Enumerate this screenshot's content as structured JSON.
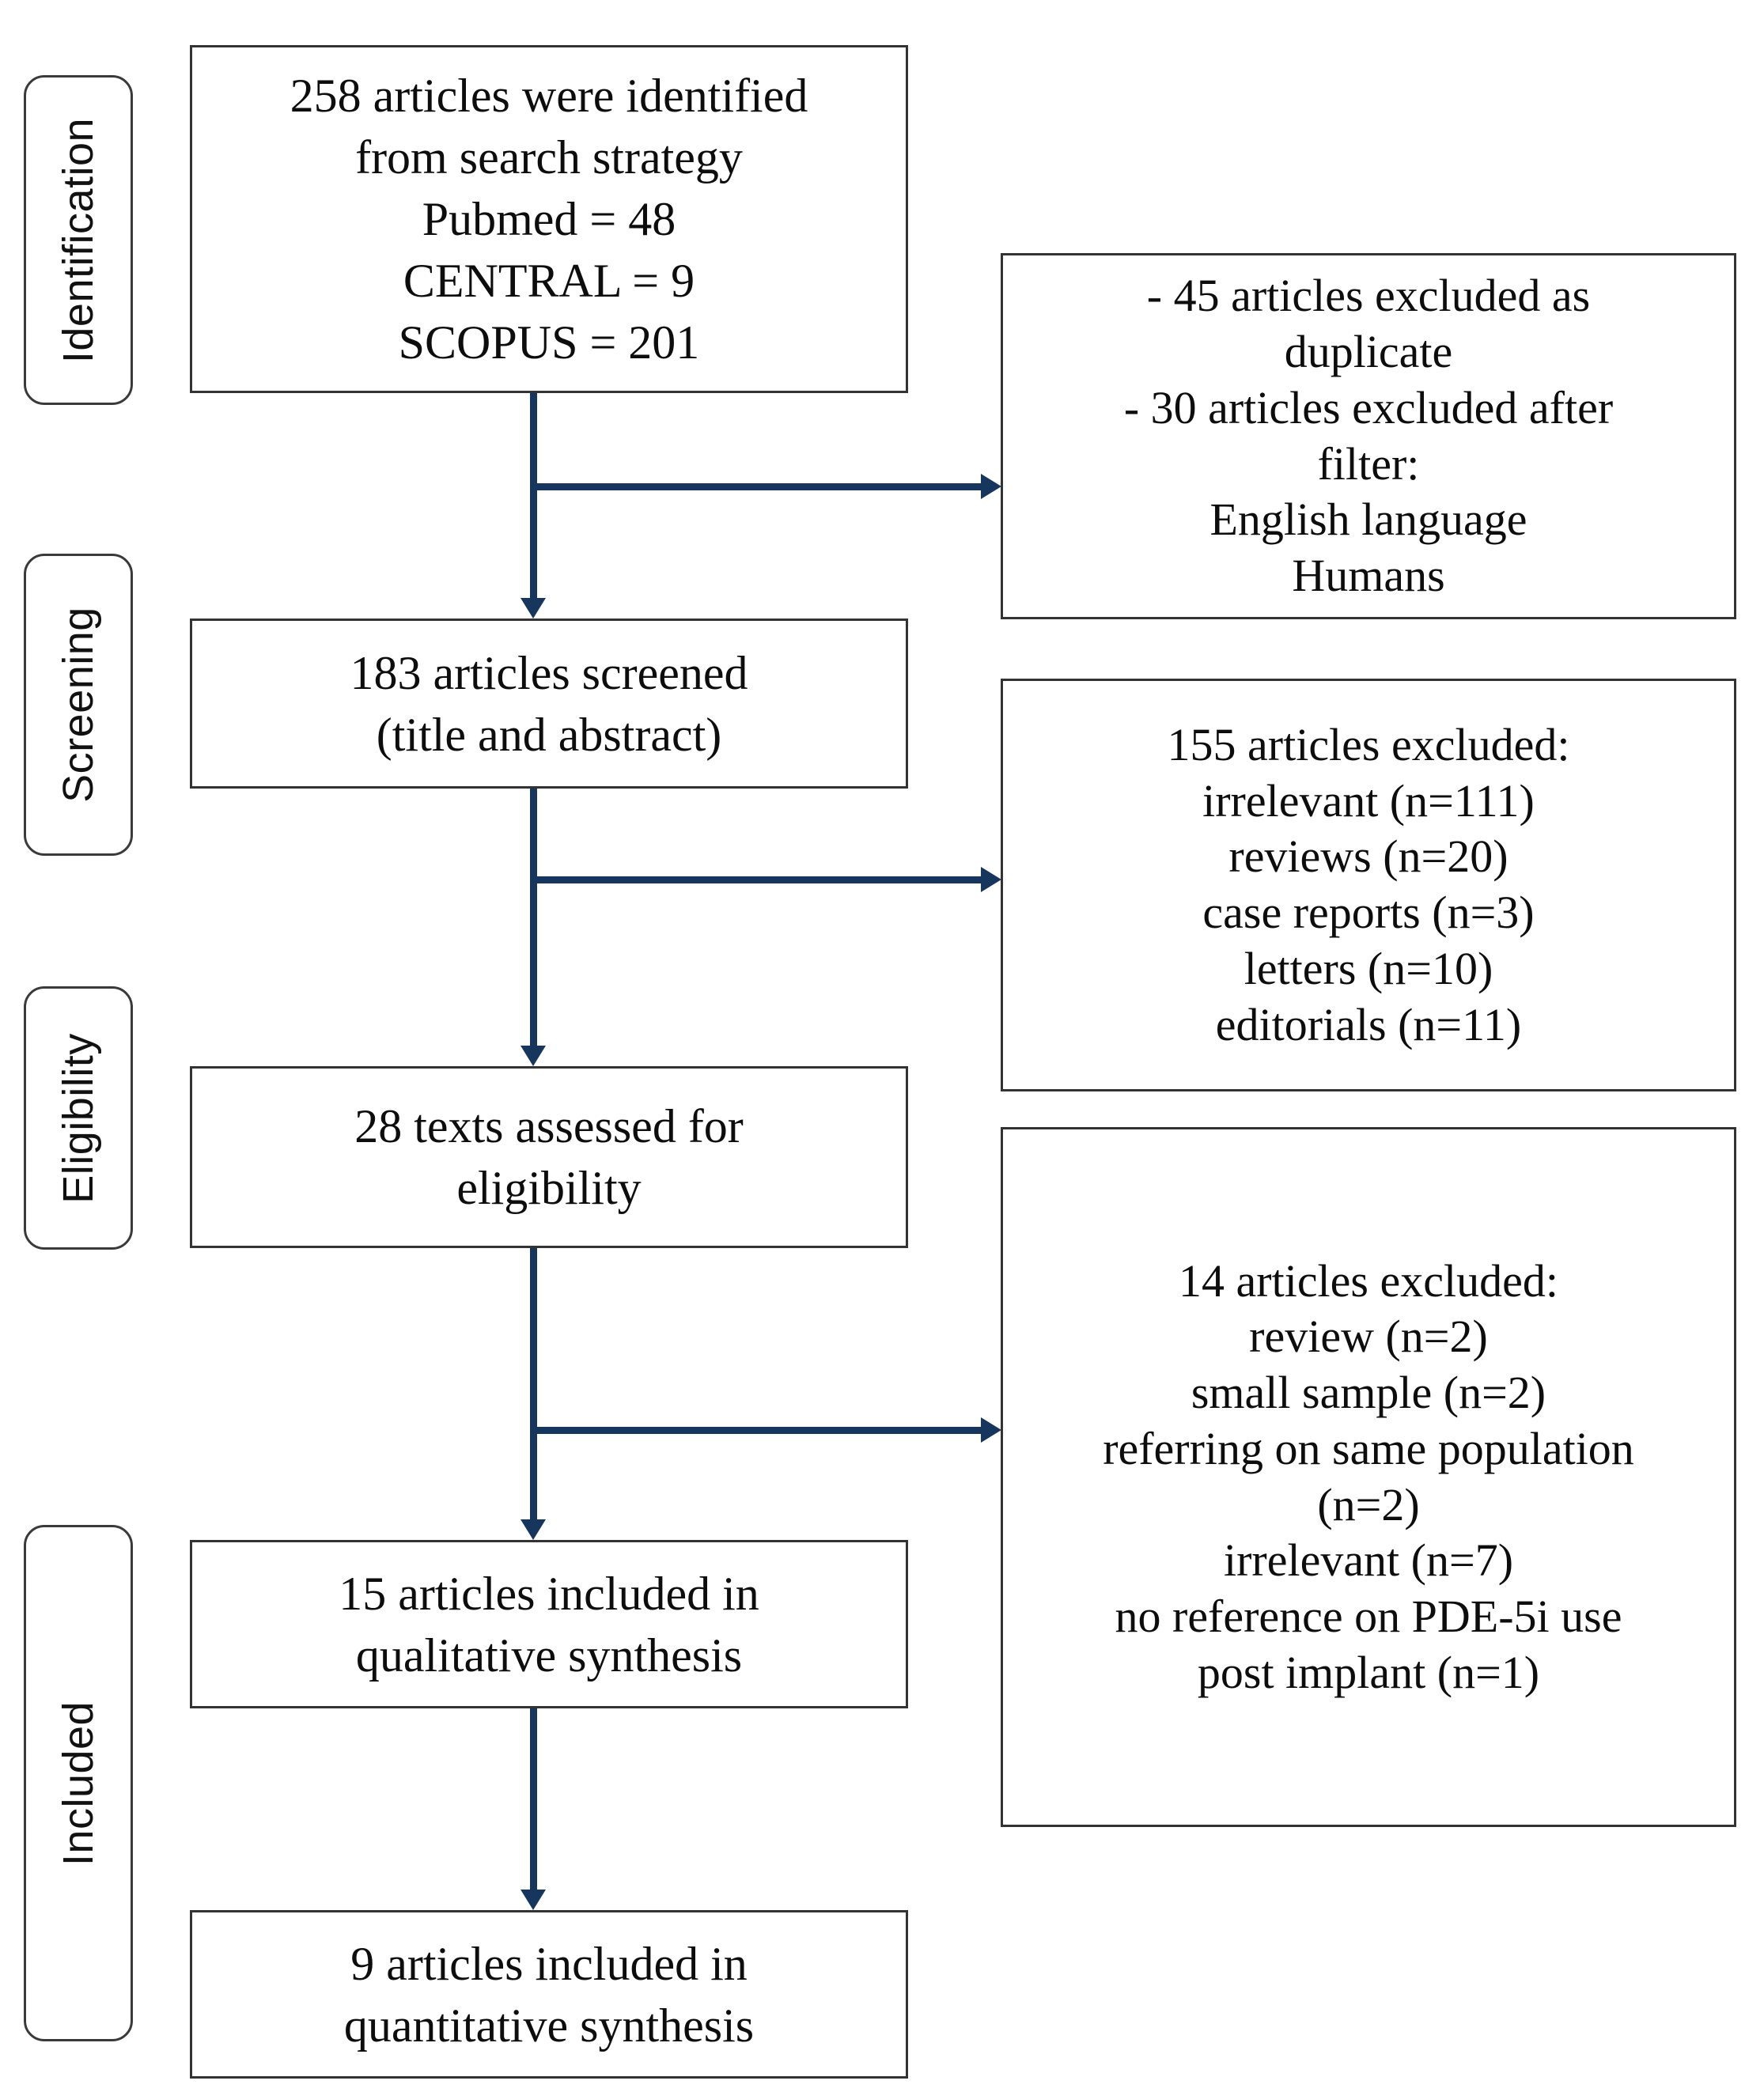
{
  "diagram": {
    "type": "PRISMA flow diagram",
    "phases": [
      {
        "id": "identification",
        "label": "Identification"
      },
      {
        "id": "screening",
        "label": "Screening"
      },
      {
        "id": "eligibility",
        "label": "Eligibility"
      },
      {
        "id": "included",
        "label": "Included"
      }
    ],
    "flow_boxes": [
      {
        "id": "identified",
        "text": "258 articles were identified\nfrom search strategy\nPubmed = 48\nCENTRAL = 9\nSCOPUS = 201",
        "count": 258,
        "sources": [
          {
            "name": "Pubmed",
            "count": 48
          },
          {
            "name": "CENTRAL",
            "count": 9
          },
          {
            "name": "SCOPUS",
            "count": 201
          }
        ]
      },
      {
        "id": "screened",
        "text": "183 articles screened\n(title and abstract)",
        "count": 183
      },
      {
        "id": "assessed",
        "text": "28 texts assessed for\neligibility",
        "count": 28
      },
      {
        "id": "qualitative",
        "text": "15 articles included in\nqualitative synthesis",
        "count": 15
      },
      {
        "id": "quantitative",
        "text": "9 articles included in\nquantitative synthesis",
        "count": 9
      }
    ],
    "exclusion_boxes": [
      {
        "id": "excluded-duplicates-filter",
        "text": "-  45 articles excluded as\nduplicate\n- 30 articles excluded after\nfilter:\nEnglish language\nHumans",
        "reasons": [
          {
            "label": "articles excluded as duplicate",
            "count": 45
          },
          {
            "label": "articles excluded after filter: English language, Humans",
            "count": 30
          }
        ]
      },
      {
        "id": "excluded-screening",
        "text": "155 articles excluded:\nirrelevant (n=111)\nreviews (n=20)\ncase reports (n=3)\nletters (n=10)\neditorials (n=11)",
        "total": 155,
        "reasons": [
          {
            "label": "irrelevant",
            "count": 111
          },
          {
            "label": "reviews",
            "count": 20
          },
          {
            "label": "case reports",
            "count": 3
          },
          {
            "label": "letters",
            "count": 10
          },
          {
            "label": "editorials",
            "count": 11
          }
        ]
      },
      {
        "id": "excluded-eligibility",
        "text": "14 articles excluded:\nreview (n=2)\nsmall sample (n=2)\nreferring on same population\n(n=2)\nirrelevant (n=7)\nno reference on PDE-5i use\npost implant (n=1)",
        "total": 14,
        "reasons": [
          {
            "label": "review",
            "count": 2
          },
          {
            "label": "small sample",
            "count": 2
          },
          {
            "label": "referring on same population",
            "count": 2
          },
          {
            "label": "irrelevant",
            "count": 7
          },
          {
            "label": "no reference on PDE-5i use post implant",
            "count": 1
          }
        ]
      }
    ],
    "colors": {
      "connector": "#17365d",
      "box_border": "#333333",
      "phase_border": "#3a3a3a",
      "background": "#ffffff",
      "text": "#0d0d0d"
    }
  }
}
